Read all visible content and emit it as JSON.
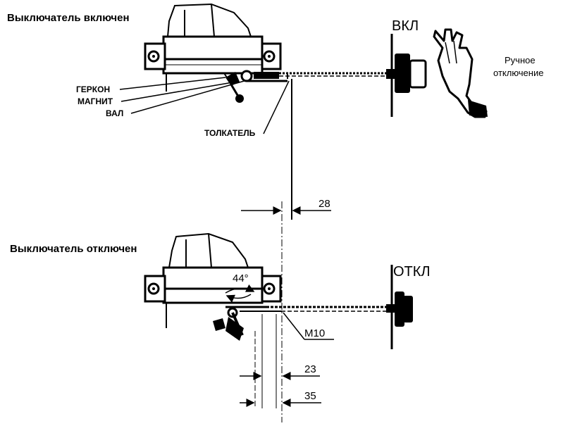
{
  "diagram": {
    "top_state_title": "Выключатель включен",
    "bottom_state_title": "Выключатель отключен",
    "labels": {
      "reed_switch": "ГЕРКОН",
      "magnet": "МАГНИТ",
      "shaft": "ВАЛ",
      "pusher": "ТОЛКАТЕЛЬ",
      "on": "ВКЛ",
      "off": "ОТКЛ",
      "manual_off_line1": "Ручное",
      "manual_off_line2": "отключение",
      "angle": "44°",
      "thread": "M10"
    },
    "dimensions": {
      "d1": "28",
      "d2": "23",
      "d3": "35"
    },
    "icons": [
      "hand-icon",
      "button-icon"
    ]
  }
}
